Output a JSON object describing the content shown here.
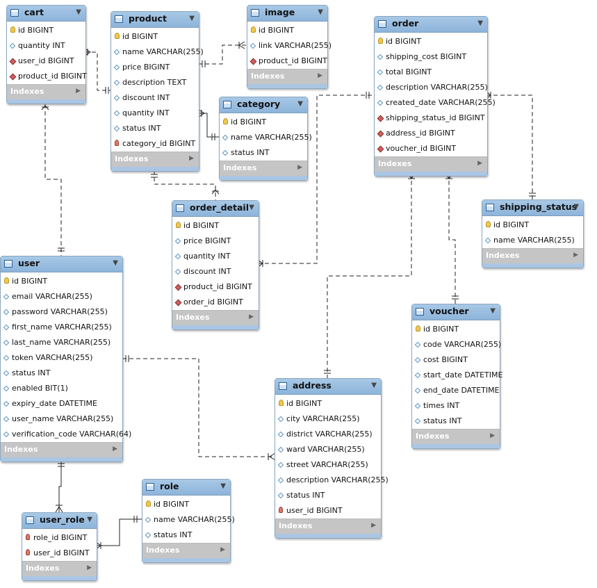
{
  "footer_label": "Indexes",
  "tables": {
    "cart": {
      "name": "cart",
      "columns": [
        {
          "key": "pk",
          "text": "id BIGINT"
        },
        {
          "key": "col",
          "text": "quantity INT"
        },
        {
          "key": "fk",
          "text": "user_id BIGINT"
        },
        {
          "key": "fk",
          "text": "product_id BIGINT"
        }
      ]
    },
    "product": {
      "name": "product",
      "columns": [
        {
          "key": "pk",
          "text": "id BIGINT"
        },
        {
          "key": "col",
          "text": "name VARCHAR(255)"
        },
        {
          "key": "col",
          "text": "price BIGINT"
        },
        {
          "key": "col",
          "text": "description TEXT"
        },
        {
          "key": "col",
          "text": "discount INT"
        },
        {
          "key": "col",
          "text": "quantity INT"
        },
        {
          "key": "col",
          "text": "status INT"
        },
        {
          "key": "pf",
          "text": "category_id BIGINT"
        }
      ]
    },
    "image": {
      "name": "image",
      "columns": [
        {
          "key": "pk",
          "text": "id BIGINT"
        },
        {
          "key": "col",
          "text": "link VARCHAR(255)"
        },
        {
          "key": "fk",
          "text": "product_id BIGINT"
        }
      ]
    },
    "category": {
      "name": "category",
      "columns": [
        {
          "key": "pk",
          "text": "id BIGINT"
        },
        {
          "key": "col",
          "text": "name VARCHAR(255)"
        },
        {
          "key": "col",
          "text": "status INT"
        }
      ]
    },
    "order": {
      "name": "order",
      "columns": [
        {
          "key": "pk",
          "text": "id BIGINT"
        },
        {
          "key": "col",
          "text": "shipping_cost BIGINT"
        },
        {
          "key": "col",
          "text": "total BIGINT"
        },
        {
          "key": "col",
          "text": "description VARCHAR(255)"
        },
        {
          "key": "col",
          "text": "created_date VARCHAR(255)"
        },
        {
          "key": "fk",
          "text": "shipping_status_id BIGINT"
        },
        {
          "key": "fk",
          "text": "address_id BIGINT"
        },
        {
          "key": "fk",
          "text": "voucher_id BIGINT"
        }
      ]
    },
    "shipping_status": {
      "name": "shipping_status",
      "columns": [
        {
          "key": "pk",
          "text": "id BIGINT"
        },
        {
          "key": "col",
          "text": "name VARCHAR(255)"
        }
      ]
    },
    "order_detail": {
      "name": "order_detail",
      "columns": [
        {
          "key": "pk",
          "text": "id BIGINT"
        },
        {
          "key": "col",
          "text": "price BIGINT"
        },
        {
          "key": "col",
          "text": "quantity INT"
        },
        {
          "key": "col",
          "text": "discount INT"
        },
        {
          "key": "fk",
          "text": "product_id BIGINT"
        },
        {
          "key": "fk",
          "text": "order_id BIGINT"
        }
      ]
    },
    "user": {
      "name": "user",
      "columns": [
        {
          "key": "pk",
          "text": "id BIGINT"
        },
        {
          "key": "col",
          "text": "email VARCHAR(255)"
        },
        {
          "key": "col",
          "text": "password VARCHAR(255)"
        },
        {
          "key": "col",
          "text": "first_name VARCHAR(255)"
        },
        {
          "key": "col",
          "text": "last_name VARCHAR(255)"
        },
        {
          "key": "col",
          "text": "token VARCHAR(255)"
        },
        {
          "key": "col",
          "text": "status INT"
        },
        {
          "key": "col",
          "text": "enabled BIT(1)"
        },
        {
          "key": "col",
          "text": "expiry_date DATETIME"
        },
        {
          "key": "col",
          "text": "user_name VARCHAR(255)"
        },
        {
          "key": "col",
          "text": "verification_code VARCHAR(64)"
        }
      ]
    },
    "voucher": {
      "name": "voucher",
      "columns": [
        {
          "key": "pk",
          "text": "id BIGINT"
        },
        {
          "key": "col",
          "text": "code VARCHAR(255)"
        },
        {
          "key": "col",
          "text": "cost BIGINT"
        },
        {
          "key": "col",
          "text": "start_date DATETIME"
        },
        {
          "key": "col",
          "text": "end_date DATETIME"
        },
        {
          "key": "col",
          "text": "times INT"
        },
        {
          "key": "col",
          "text": "status INT"
        }
      ]
    },
    "address": {
      "name": "address",
      "columns": [
        {
          "key": "pk",
          "text": "id BIGINT"
        },
        {
          "key": "col",
          "text": "city VARCHAR(255)"
        },
        {
          "key": "col",
          "text": "district VARCHAR(255)"
        },
        {
          "key": "col",
          "text": "ward VARCHAR(255)"
        },
        {
          "key": "col",
          "text": "street VARCHAR(255)"
        },
        {
          "key": "col",
          "text": "description VARCHAR(255)"
        },
        {
          "key": "col",
          "text": "status INT"
        },
        {
          "key": "pf",
          "text": "user_id BIGINT"
        }
      ]
    },
    "role": {
      "name": "role",
      "columns": [
        {
          "key": "pk",
          "text": "id BIGINT"
        },
        {
          "key": "col",
          "text": "name VARCHAR(255)"
        },
        {
          "key": "col",
          "text": "status INT"
        }
      ]
    },
    "user_role": {
      "name": "user_role",
      "columns": [
        {
          "key": "pf",
          "text": "role_id BIGINT"
        },
        {
          "key": "pf",
          "text": "user_id BIGINT"
        }
      ]
    }
  },
  "relationships": [
    {
      "from": "cart",
      "to": "user"
    },
    {
      "from": "cart",
      "to": "product"
    },
    {
      "from": "image",
      "to": "product"
    },
    {
      "from": "product",
      "to": "category"
    },
    {
      "from": "order_detail",
      "to": "product"
    },
    {
      "from": "order_detail",
      "to": "order"
    },
    {
      "from": "order",
      "to": "shipping_status"
    },
    {
      "from": "order",
      "to": "voucher"
    },
    {
      "from": "order",
      "to": "address"
    },
    {
      "from": "address",
      "to": "user"
    },
    {
      "from": "user_role",
      "to": "user"
    },
    {
      "from": "user_role",
      "to": "role"
    }
  ]
}
